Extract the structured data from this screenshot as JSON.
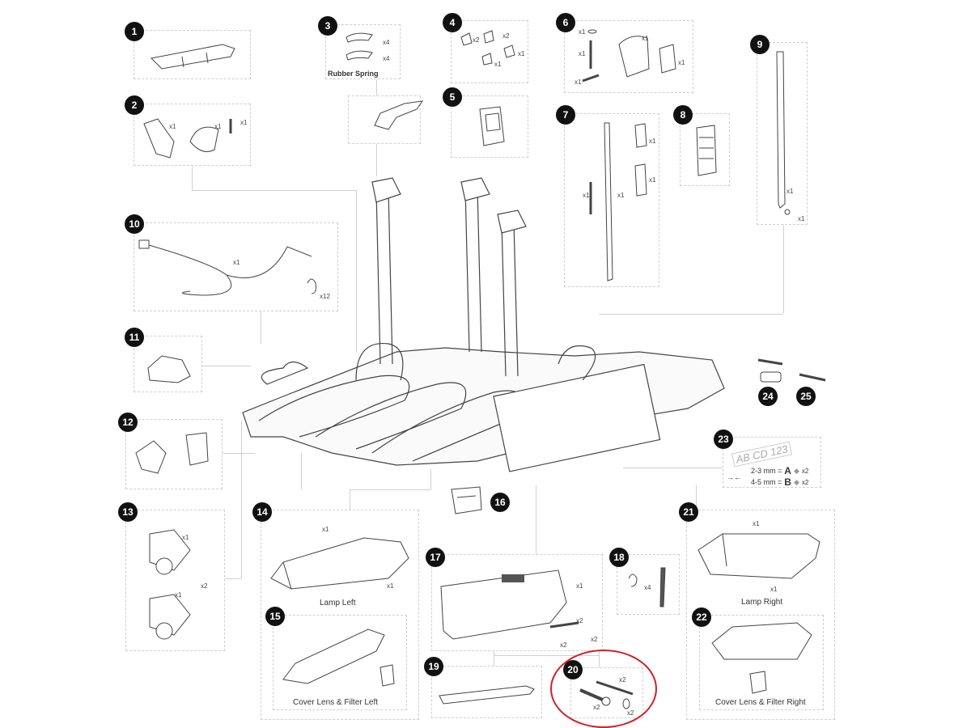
{
  "title": "Spare parts overview",
  "parts": [
    {
      "n": "1"
    },
    {
      "n": "2",
      "qty": [
        "x1",
        "x1",
        "x1"
      ]
    },
    {
      "n": "3",
      "qty": [
        "x4",
        "x4"
      ],
      "label": "Rubber Spring"
    },
    {
      "n": "4",
      "qty": [
        "x2",
        "x2",
        "x1",
        "x1"
      ]
    },
    {
      "n": "5"
    },
    {
      "n": "6",
      "qty": [
        "x1",
        "x1",
        "x1",
        "x1",
        "x1"
      ]
    },
    {
      "n": "7",
      "qty": [
        "x1",
        "x1",
        "x1",
        "x1"
      ]
    },
    {
      "n": "8"
    },
    {
      "n": "9",
      "qty": [
        "x1",
        "x1"
      ]
    },
    {
      "n": "10",
      "qty": [
        "x1",
        "x12"
      ]
    },
    {
      "n": "11"
    },
    {
      "n": "12"
    },
    {
      "n": "13",
      "qty": [
        "x1",
        "x2",
        "x1"
      ]
    },
    {
      "n": "14",
      "qty": [
        "x1",
        "x1"
      ],
      "label": "Lamp Left"
    },
    {
      "n": "15",
      "label": "Cover Lens & Filter Left"
    },
    {
      "n": "16"
    },
    {
      "n": "17",
      "qty": [
        "x1",
        "x2",
        "x2",
        "x2"
      ]
    },
    {
      "n": "18",
      "qty": [
        "x4"
      ]
    },
    {
      "n": "19"
    },
    {
      "n": "20",
      "qty": [
        "x2",
        "x2",
        "x2"
      ]
    },
    {
      "n": "21",
      "qty": [
        "x1",
        "x1"
      ],
      "label": "Lamp Right"
    },
    {
      "n": "22",
      "label": "Cover Lens & Filter Right"
    },
    {
      "n": "23",
      "plate": "AB CD 123",
      "rows": [
        {
          "range": "2-3 mm =",
          "code": "A",
          "qty": "x2"
        },
        {
          "range": "4-5 mm =",
          "code": "B",
          "qty": "x2"
        }
      ]
    },
    {
      "n": "24"
    },
    {
      "n": "25"
    }
  ],
  "highlight_color": "#d0202a"
}
